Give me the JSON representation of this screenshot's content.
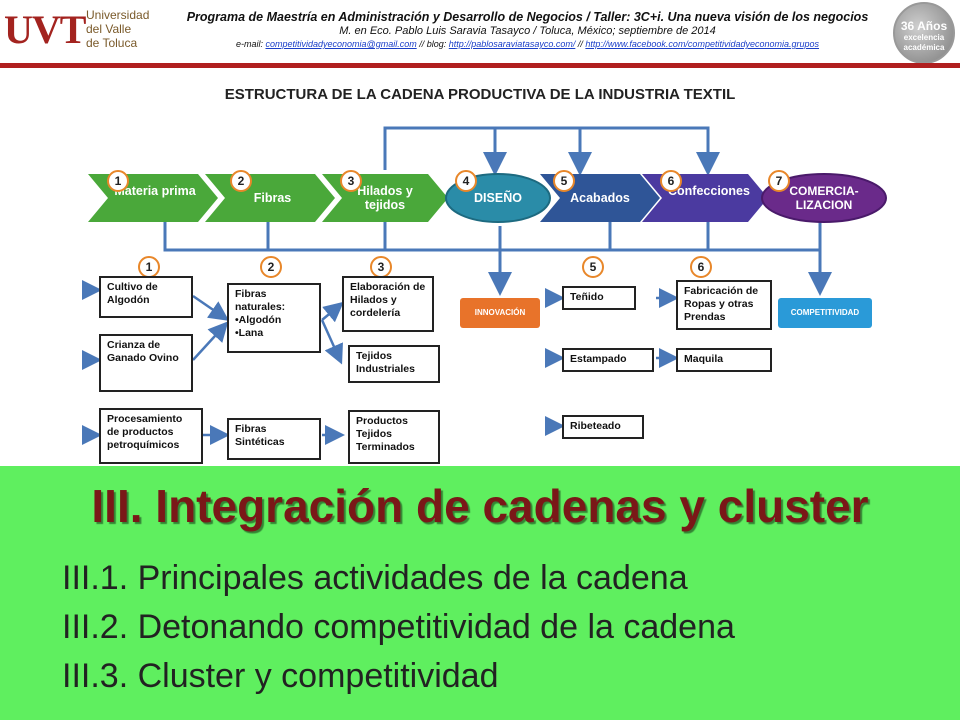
{
  "header": {
    "logo_text": "UVT",
    "logo_university": [
      "Universidad",
      "del Valle",
      "de Toluca"
    ],
    "line1": "Programa de Maestría en Administración y Desarrollo de Negocios / Taller: 3C+i. Una nueva visión de los negocios",
    "line2": "M. en Eco. Pablo Luis Saravia Tasayco / Toluca, México; septiembre de 2014",
    "email_prefix": "e-mail:",
    "email": "competitividadyeconomia@gmail.com",
    "blog_prefix": "// blog:",
    "blog": "http://pablosaraviatasayco.com/",
    "sep": "//",
    "facebook": "http://www.facebook.com/competitividadyeconomia.grupos",
    "badge_line1": "36 Años",
    "badge_line2": "excelencia académica"
  },
  "diagram": {
    "title": "ESTRUCTURA DE LA CADENA PRODUCTIVA DE LA INDUSTRIA TEXTIL",
    "stages": [
      {
        "num": "1",
        "label": "Materia prima",
        "color": "#4aa83a"
      },
      {
        "num": "2",
        "label": "Fibras",
        "color": "#4aa83a"
      },
      {
        "num": "3",
        "label": "Hilados y tejidos",
        "color": "#4aa83a"
      },
      {
        "num": "4",
        "label": "DISEÑO",
        "color": "#2a8ca8"
      },
      {
        "num": "5",
        "label": "Acabados",
        "color": "#2f5597"
      },
      {
        "num": "6",
        "label": "Confecciones",
        "color": "#4b3aa0"
      },
      {
        "num": "7",
        "label": "COMERCIA-LIZACION",
        "color": "#6a2a8a"
      }
    ],
    "sub_numbers": [
      "1",
      "2",
      "3",
      "5",
      "6"
    ],
    "boxes": {
      "cultivo": "Cultivo de Algodón",
      "crianza": "Crianza de Ganado Ovino",
      "procesamiento": "Procesamiento de productos petroquímicos",
      "fibras_naturales": "Fibras naturales:",
      "algodon": "•Algodón",
      "lana": "•Lana",
      "fibras_sinteticas": "Fibras Sintéticas",
      "elaboracion": "Elaboración de Hilados y cordelería",
      "tejidos": "Tejidos Industriales",
      "productos": "Productos Tejidos Terminados",
      "tenido": "Teñido",
      "estampado": "Estampado",
      "ribeteado": "Ribeteado",
      "fabricacion": "Fabricación de Ropas y otras Prendas",
      "maquila": "Maquila"
    },
    "innovacion": "INNOVACIÓN",
    "competitividad": "COMPETITIVIDAD",
    "innovacion_color": "#e8732a",
    "competitividad_color": "#2a9ad8"
  },
  "section": {
    "title": "III. Integración de cadenas y cluster",
    "items": [
      "III.1. Principales actividades de la cadena",
      "III.2. Detonando competitividad de la cadena",
      "III.3. Cluster y competitividad"
    ],
    "band_color": "#5fef5f",
    "title_color": "#7a1818"
  }
}
